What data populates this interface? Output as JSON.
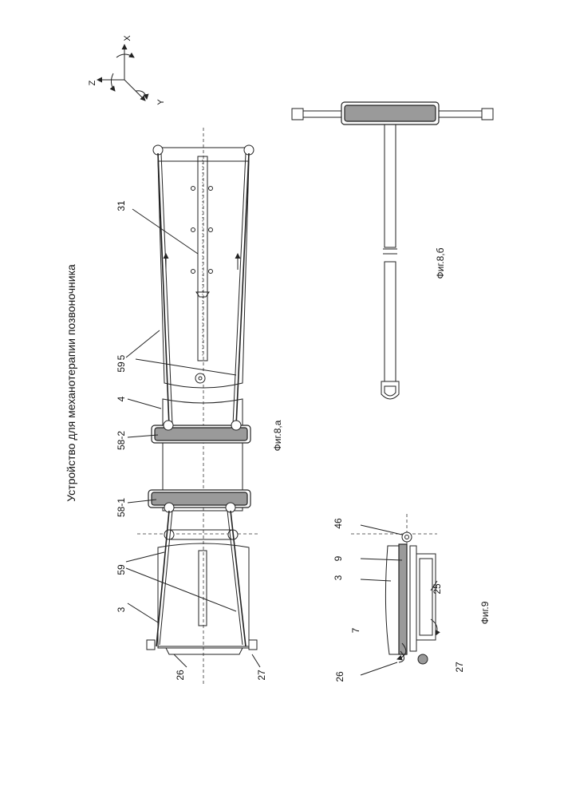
{
  "title": "Устройство для механотерапии позвоночника",
  "axes": {
    "x": "X",
    "y": "Y",
    "z": "Z"
  },
  "fig8a": {
    "caption": "Фиг.8,а",
    "labels": {
      "l3": "3",
      "l59a": "59",
      "l58_1": "58-1",
      "l58_2": "58-2",
      "l4": "4",
      "l59b": "59",
      "l5": "5",
      "l31": "31",
      "l26": "26",
      "l27": "27"
    }
  },
  "fig8b": {
    "caption": "Фиг.8,б"
  },
  "fig9": {
    "caption": "Фиг.9",
    "labels": {
      "l46": "46",
      "l9": "9",
      "l3": "3",
      "l25": "25",
      "l7": "7",
      "l26": "26",
      "l27": "27"
    }
  }
}
